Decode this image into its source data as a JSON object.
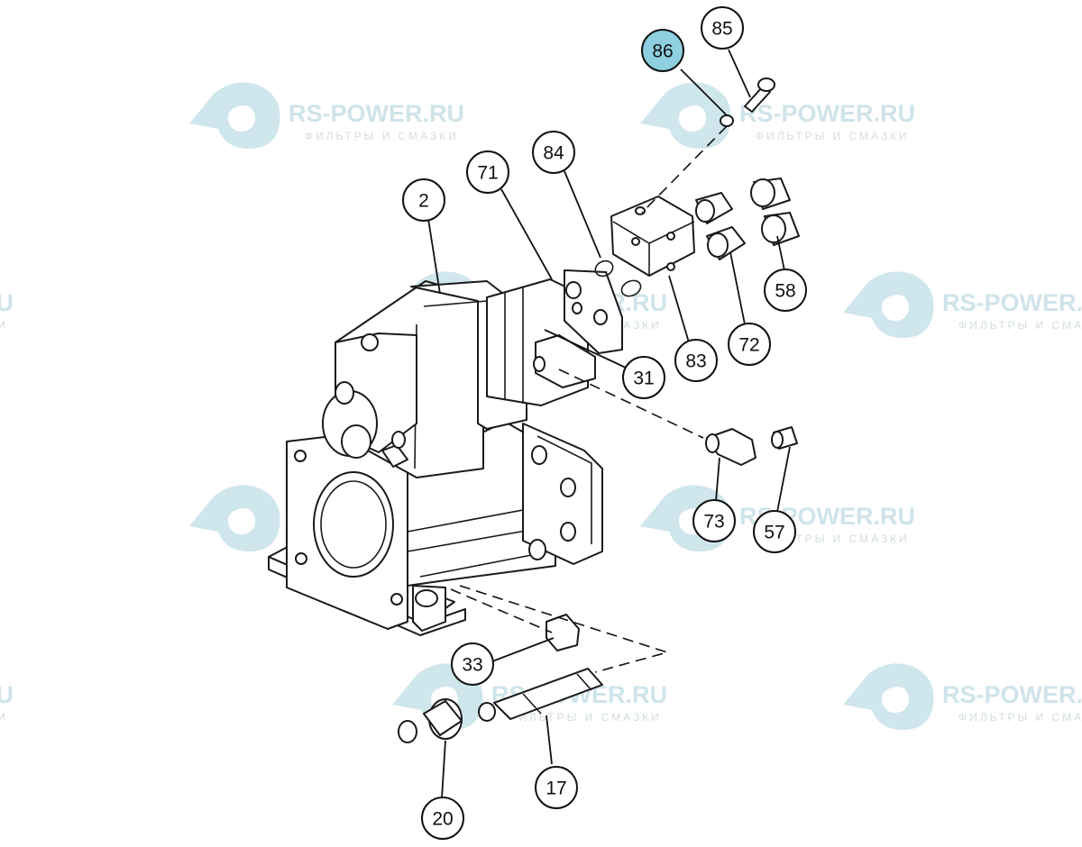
{
  "watermark": {
    "brand": "RS-POWER.RU",
    "tagline": "ФИЛЬТРЫ И СМАЗКИ",
    "logo_color": "#cfe6ec"
  },
  "callouts": [
    {
      "id": "86",
      "label": "86",
      "highlighted": true
    },
    {
      "id": "85",
      "label": "85",
      "highlighted": false
    },
    {
      "id": "84",
      "label": "84",
      "highlighted": false
    },
    {
      "id": "71",
      "label": "71",
      "highlighted": false
    },
    {
      "id": "2",
      "label": "2",
      "highlighted": false
    },
    {
      "id": "58",
      "label": "58",
      "highlighted": false
    },
    {
      "id": "72",
      "label": "72",
      "highlighted": false
    },
    {
      "id": "83",
      "label": "83",
      "highlighted": false
    },
    {
      "id": "31",
      "label": "31",
      "highlighted": false
    },
    {
      "id": "73",
      "label": "73",
      "highlighted": false
    },
    {
      "id": "57",
      "label": "57",
      "highlighted": false
    },
    {
      "id": "33",
      "label": "33",
      "highlighted": false
    },
    {
      "id": "17",
      "label": "17",
      "highlighted": false
    },
    {
      "id": "20",
      "label": "20",
      "highlighted": false
    }
  ],
  "colors": {
    "highlight_fill": "#8ecfe0",
    "normal_fill": "#ffffff",
    "line": "#111111"
  }
}
